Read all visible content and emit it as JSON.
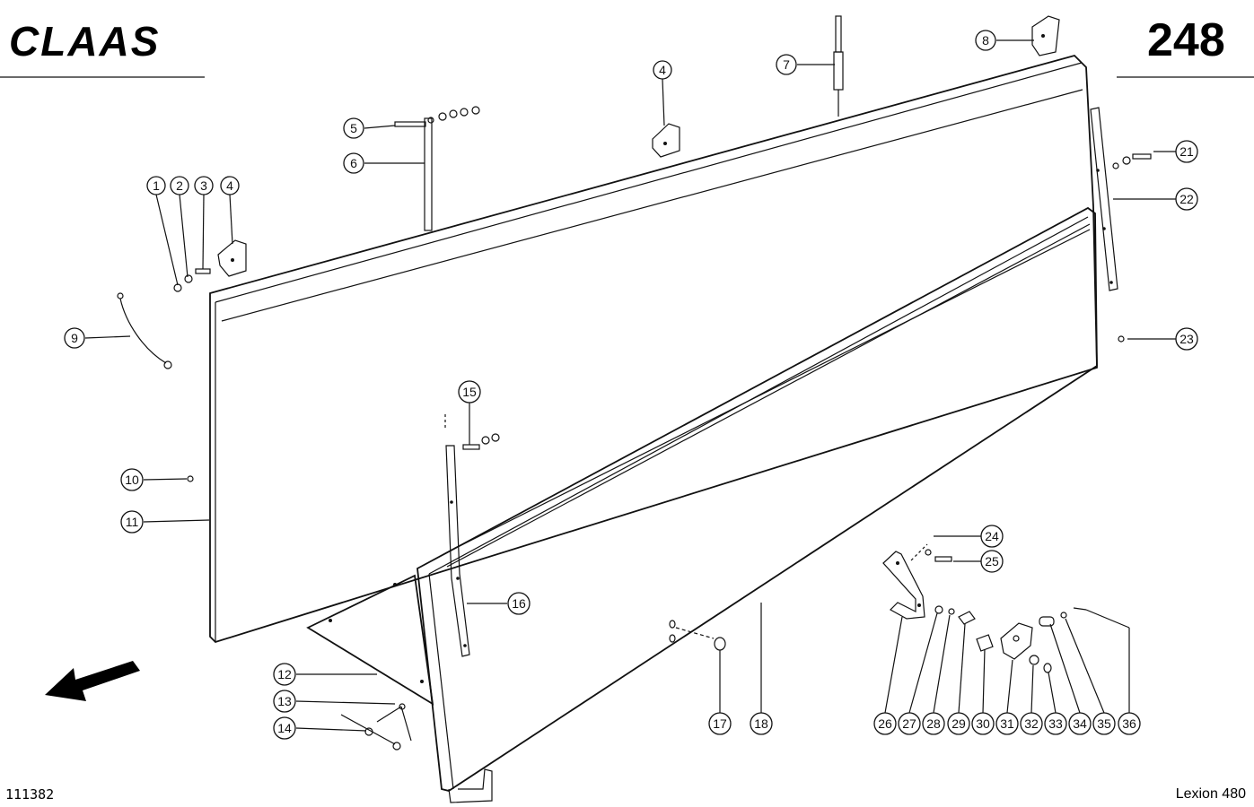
{
  "header": {
    "brand": "CLAAS",
    "page_number": "248"
  },
  "footer": {
    "drawing_number": "111382",
    "model": "Lexion 480"
  },
  "callouts": [
    "1",
    "2",
    "3",
    "4",
    "4",
    "5",
    "6",
    "7",
    "8",
    "9",
    "10",
    "11",
    "12",
    "13",
    "14",
    "15",
    "16",
    "17",
    "18",
    "21",
    "22",
    "23",
    "24",
    "25",
    "26",
    "27",
    "28",
    "29",
    "30",
    "31",
    "32",
    "33",
    "34",
    "35",
    "36"
  ]
}
